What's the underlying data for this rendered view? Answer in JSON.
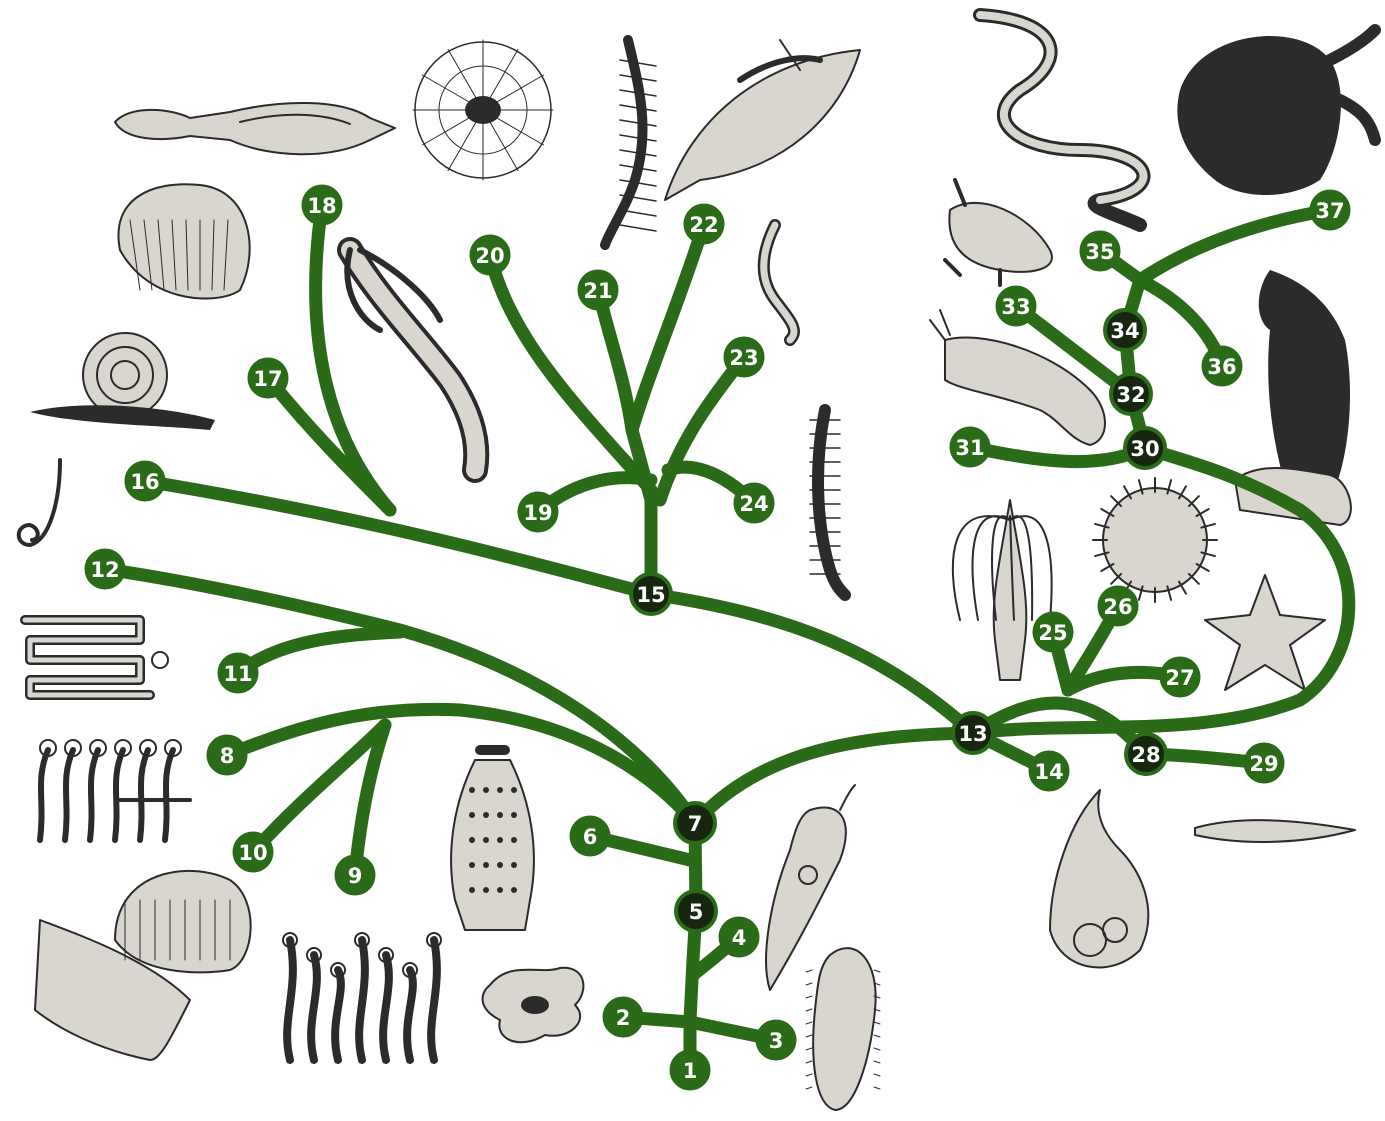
{
  "diagram": {
    "type": "phylogenetic-tree",
    "colors": {
      "branch": "#2a6b17",
      "node_fill": "#2a6b17",
      "node_dark": "#16260f",
      "label": "#ffffff",
      "illustration_ink": "#2b2b2b",
      "illustration_shade": "#d9d6d0",
      "background": "#ffffff"
    },
    "nodes": [
      {
        "id": "1",
        "label": "1",
        "kind": "leaf"
      },
      {
        "id": "2",
        "label": "2",
        "kind": "leaf"
      },
      {
        "id": "3",
        "label": "3",
        "kind": "leaf"
      },
      {
        "id": "4",
        "label": "4",
        "kind": "leaf"
      },
      {
        "id": "5",
        "label": "5",
        "kind": "junction"
      },
      {
        "id": "6",
        "label": "6",
        "kind": "leaf"
      },
      {
        "id": "7",
        "label": "7",
        "kind": "junction"
      },
      {
        "id": "8",
        "label": "8",
        "kind": "leaf"
      },
      {
        "id": "9",
        "label": "9",
        "kind": "leaf"
      },
      {
        "id": "10",
        "label": "10",
        "kind": "leaf"
      },
      {
        "id": "11",
        "label": "11",
        "kind": "leaf"
      },
      {
        "id": "12",
        "label": "12",
        "kind": "leaf"
      },
      {
        "id": "13",
        "label": "13",
        "kind": "junction"
      },
      {
        "id": "14",
        "label": "14",
        "kind": "leaf"
      },
      {
        "id": "15",
        "label": "15",
        "kind": "junction"
      },
      {
        "id": "16",
        "label": "16",
        "kind": "leaf"
      },
      {
        "id": "17",
        "label": "17",
        "kind": "leaf"
      },
      {
        "id": "18",
        "label": "18",
        "kind": "leaf"
      },
      {
        "id": "19",
        "label": "19",
        "kind": "leaf"
      },
      {
        "id": "20",
        "label": "20",
        "kind": "leaf"
      },
      {
        "id": "21",
        "label": "21",
        "kind": "leaf"
      },
      {
        "id": "22",
        "label": "22",
        "kind": "leaf"
      },
      {
        "id": "23",
        "label": "23",
        "kind": "leaf"
      },
      {
        "id": "24",
        "label": "24",
        "kind": "leaf"
      },
      {
        "id": "25",
        "label": "25",
        "kind": "leaf"
      },
      {
        "id": "26",
        "label": "26",
        "kind": "leaf"
      },
      {
        "id": "27",
        "label": "27",
        "kind": "leaf"
      },
      {
        "id": "28",
        "label": "28",
        "kind": "junction"
      },
      {
        "id": "29",
        "label": "29",
        "kind": "leaf"
      },
      {
        "id": "30",
        "label": "30",
        "kind": "junction"
      },
      {
        "id": "31",
        "label": "31",
        "kind": "leaf"
      },
      {
        "id": "32",
        "label": "32",
        "kind": "junction"
      },
      {
        "id": "33",
        "label": "33",
        "kind": "leaf"
      },
      {
        "id": "34",
        "label": "34",
        "kind": "junction"
      },
      {
        "id": "35",
        "label": "35",
        "kind": "leaf"
      },
      {
        "id": "36",
        "label": "36",
        "kind": "leaf"
      },
      {
        "id": "37",
        "label": "37",
        "kind": "leaf"
      }
    ],
    "illustrations": [
      "squid-icon",
      "spider-icon",
      "centipede-icon",
      "grasshopper-icon",
      "snake-icon",
      "gorilla-icon",
      "clam-icon",
      "crayfish-icon",
      "frog-icon",
      "earthworm-icon",
      "catfish-icon",
      "eagle-icon",
      "snail-icon",
      "nereis-worm-icon",
      "roundworm-icon",
      "sea-lily-icon",
      "sea-urchin-icon",
      "tapeworm-icon",
      "starfish-icon",
      "hydroid-colony-icon",
      "sea-cucumber-icon",
      "lancelet-icon",
      "tunicate-icon",
      "jellyfish-icon",
      "sponge-colony-icon",
      "amoeba-icon",
      "euglena-icon",
      "paramecium-icon"
    ]
  }
}
